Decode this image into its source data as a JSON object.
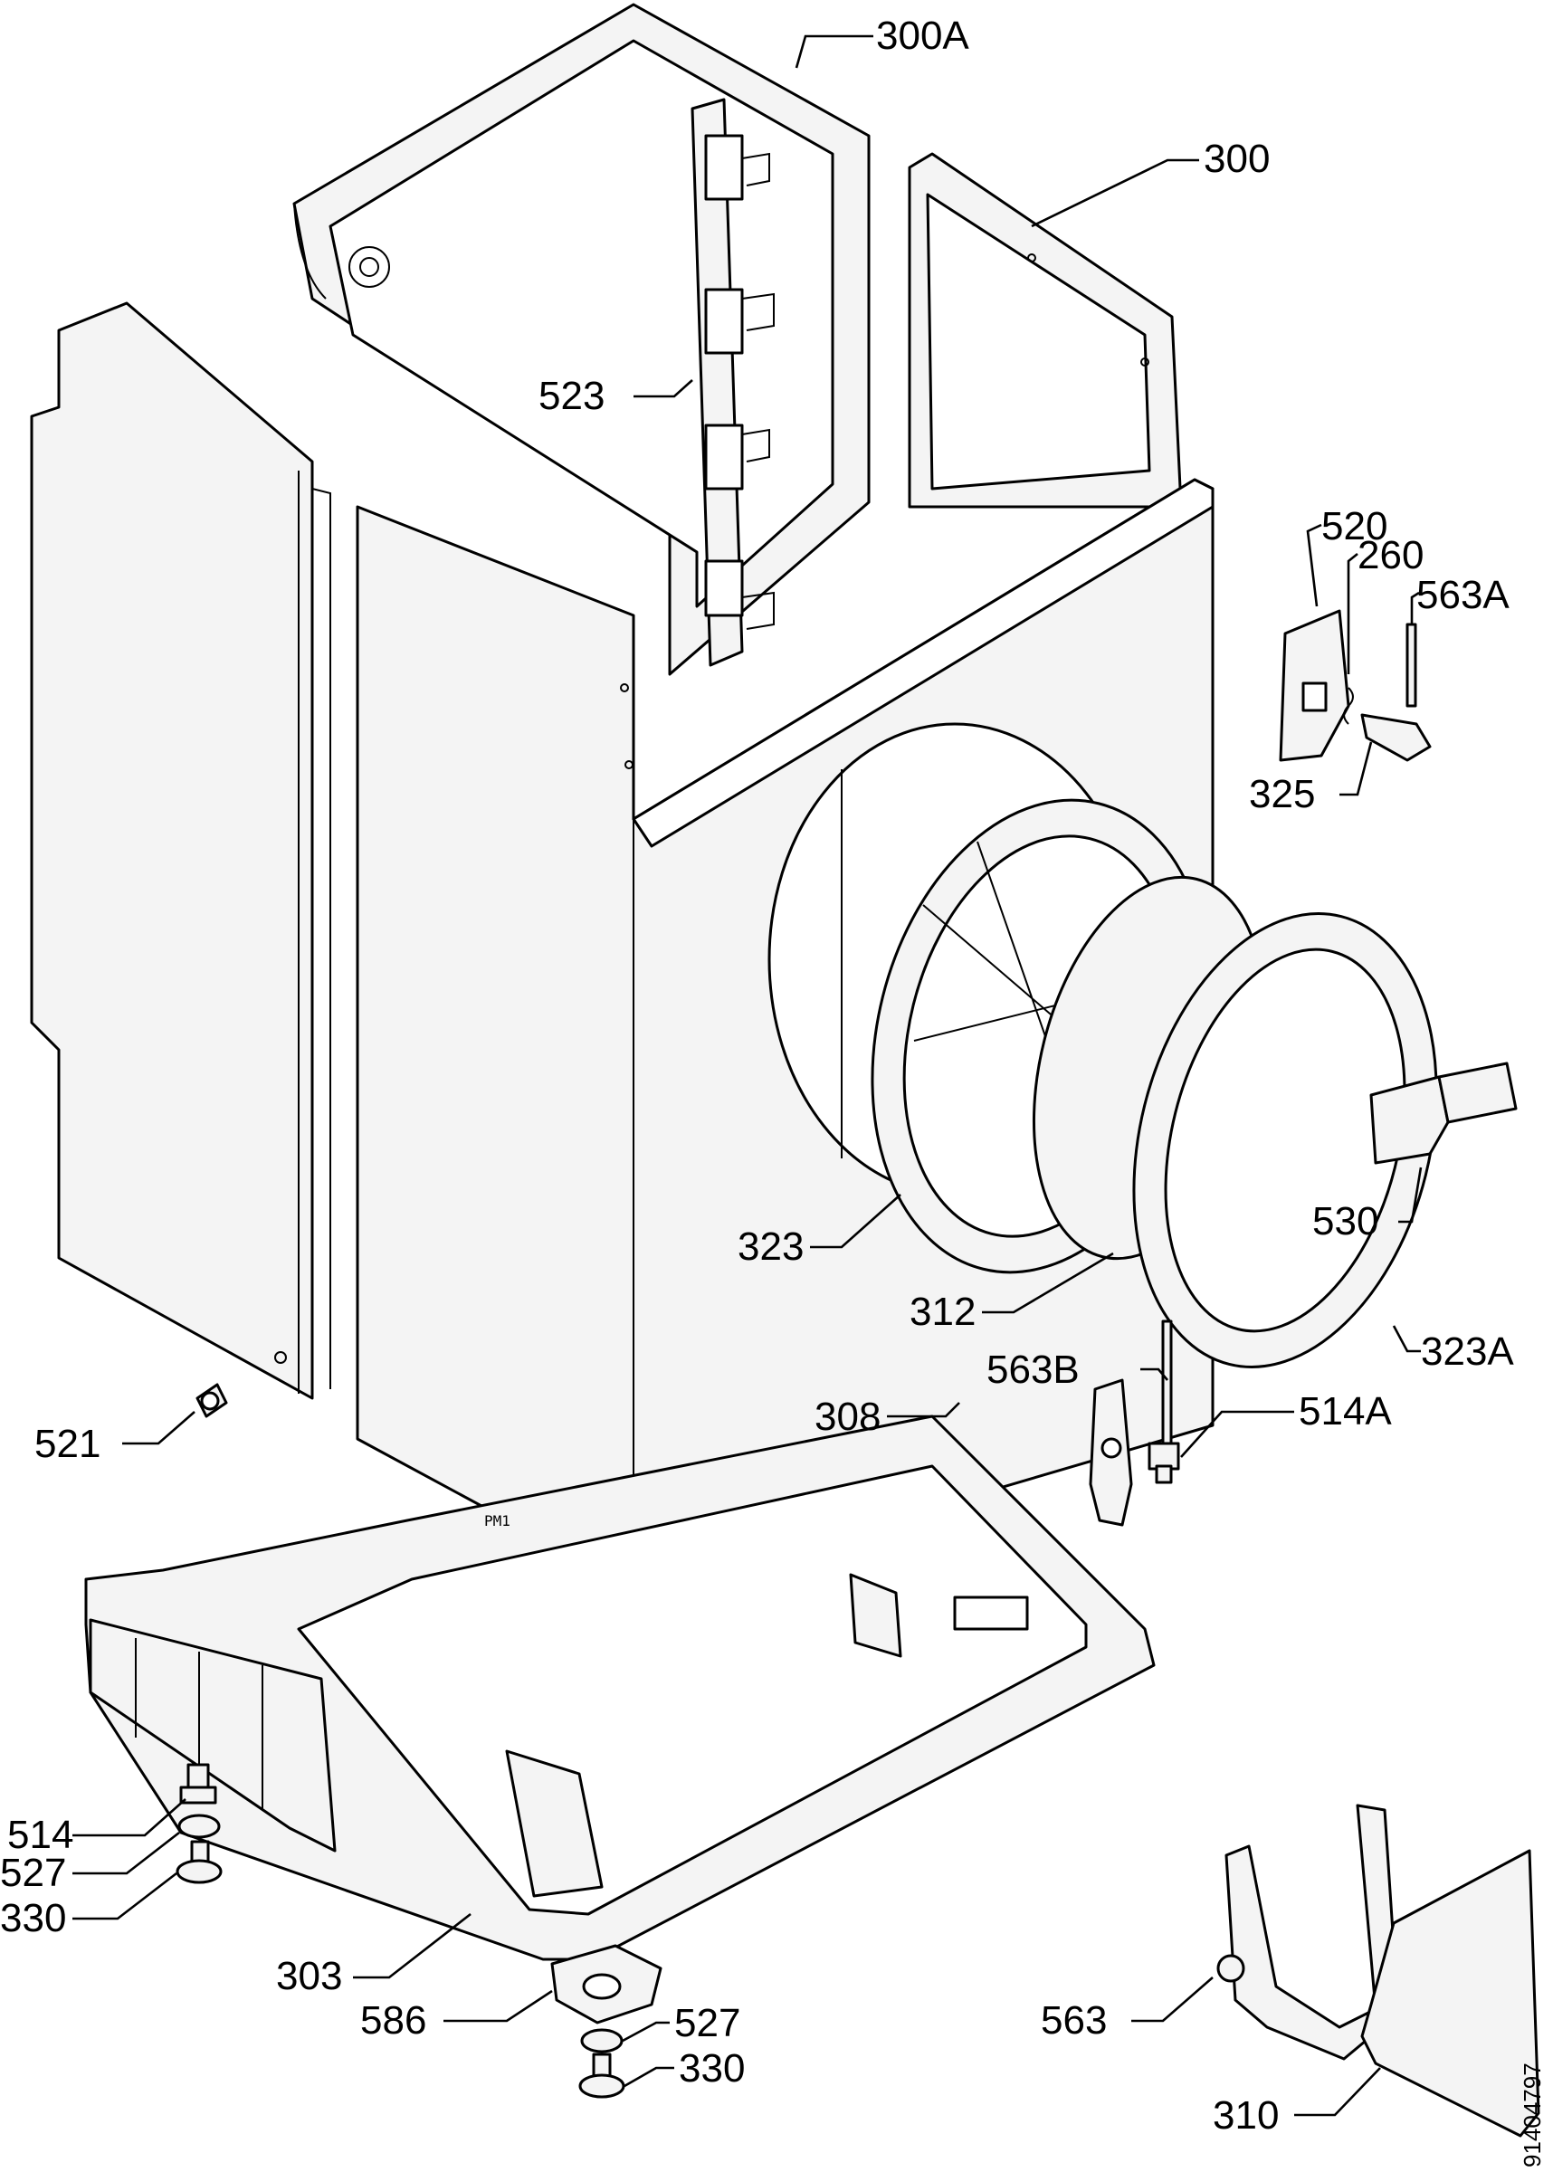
{
  "callouts": {
    "c300A": "300A",
    "c300": "300",
    "c523": "523",
    "c520": "520",
    "c260": "260",
    "c563A": "563A",
    "c325": "325",
    "c530": "530",
    "c323": "323",
    "c312": "312",
    "c323A": "323A",
    "c563B": "563B",
    "c308": "308",
    "c514A": "514A",
    "c521": "521",
    "c514": "514",
    "c527a": "527",
    "c330a": "330",
    "c303": "303",
    "c586": "586",
    "c527b": "527",
    "c330b": "330",
    "c563": "563",
    "c310": "310"
  },
  "stamp": "PM1",
  "document_id": "91404797"
}
